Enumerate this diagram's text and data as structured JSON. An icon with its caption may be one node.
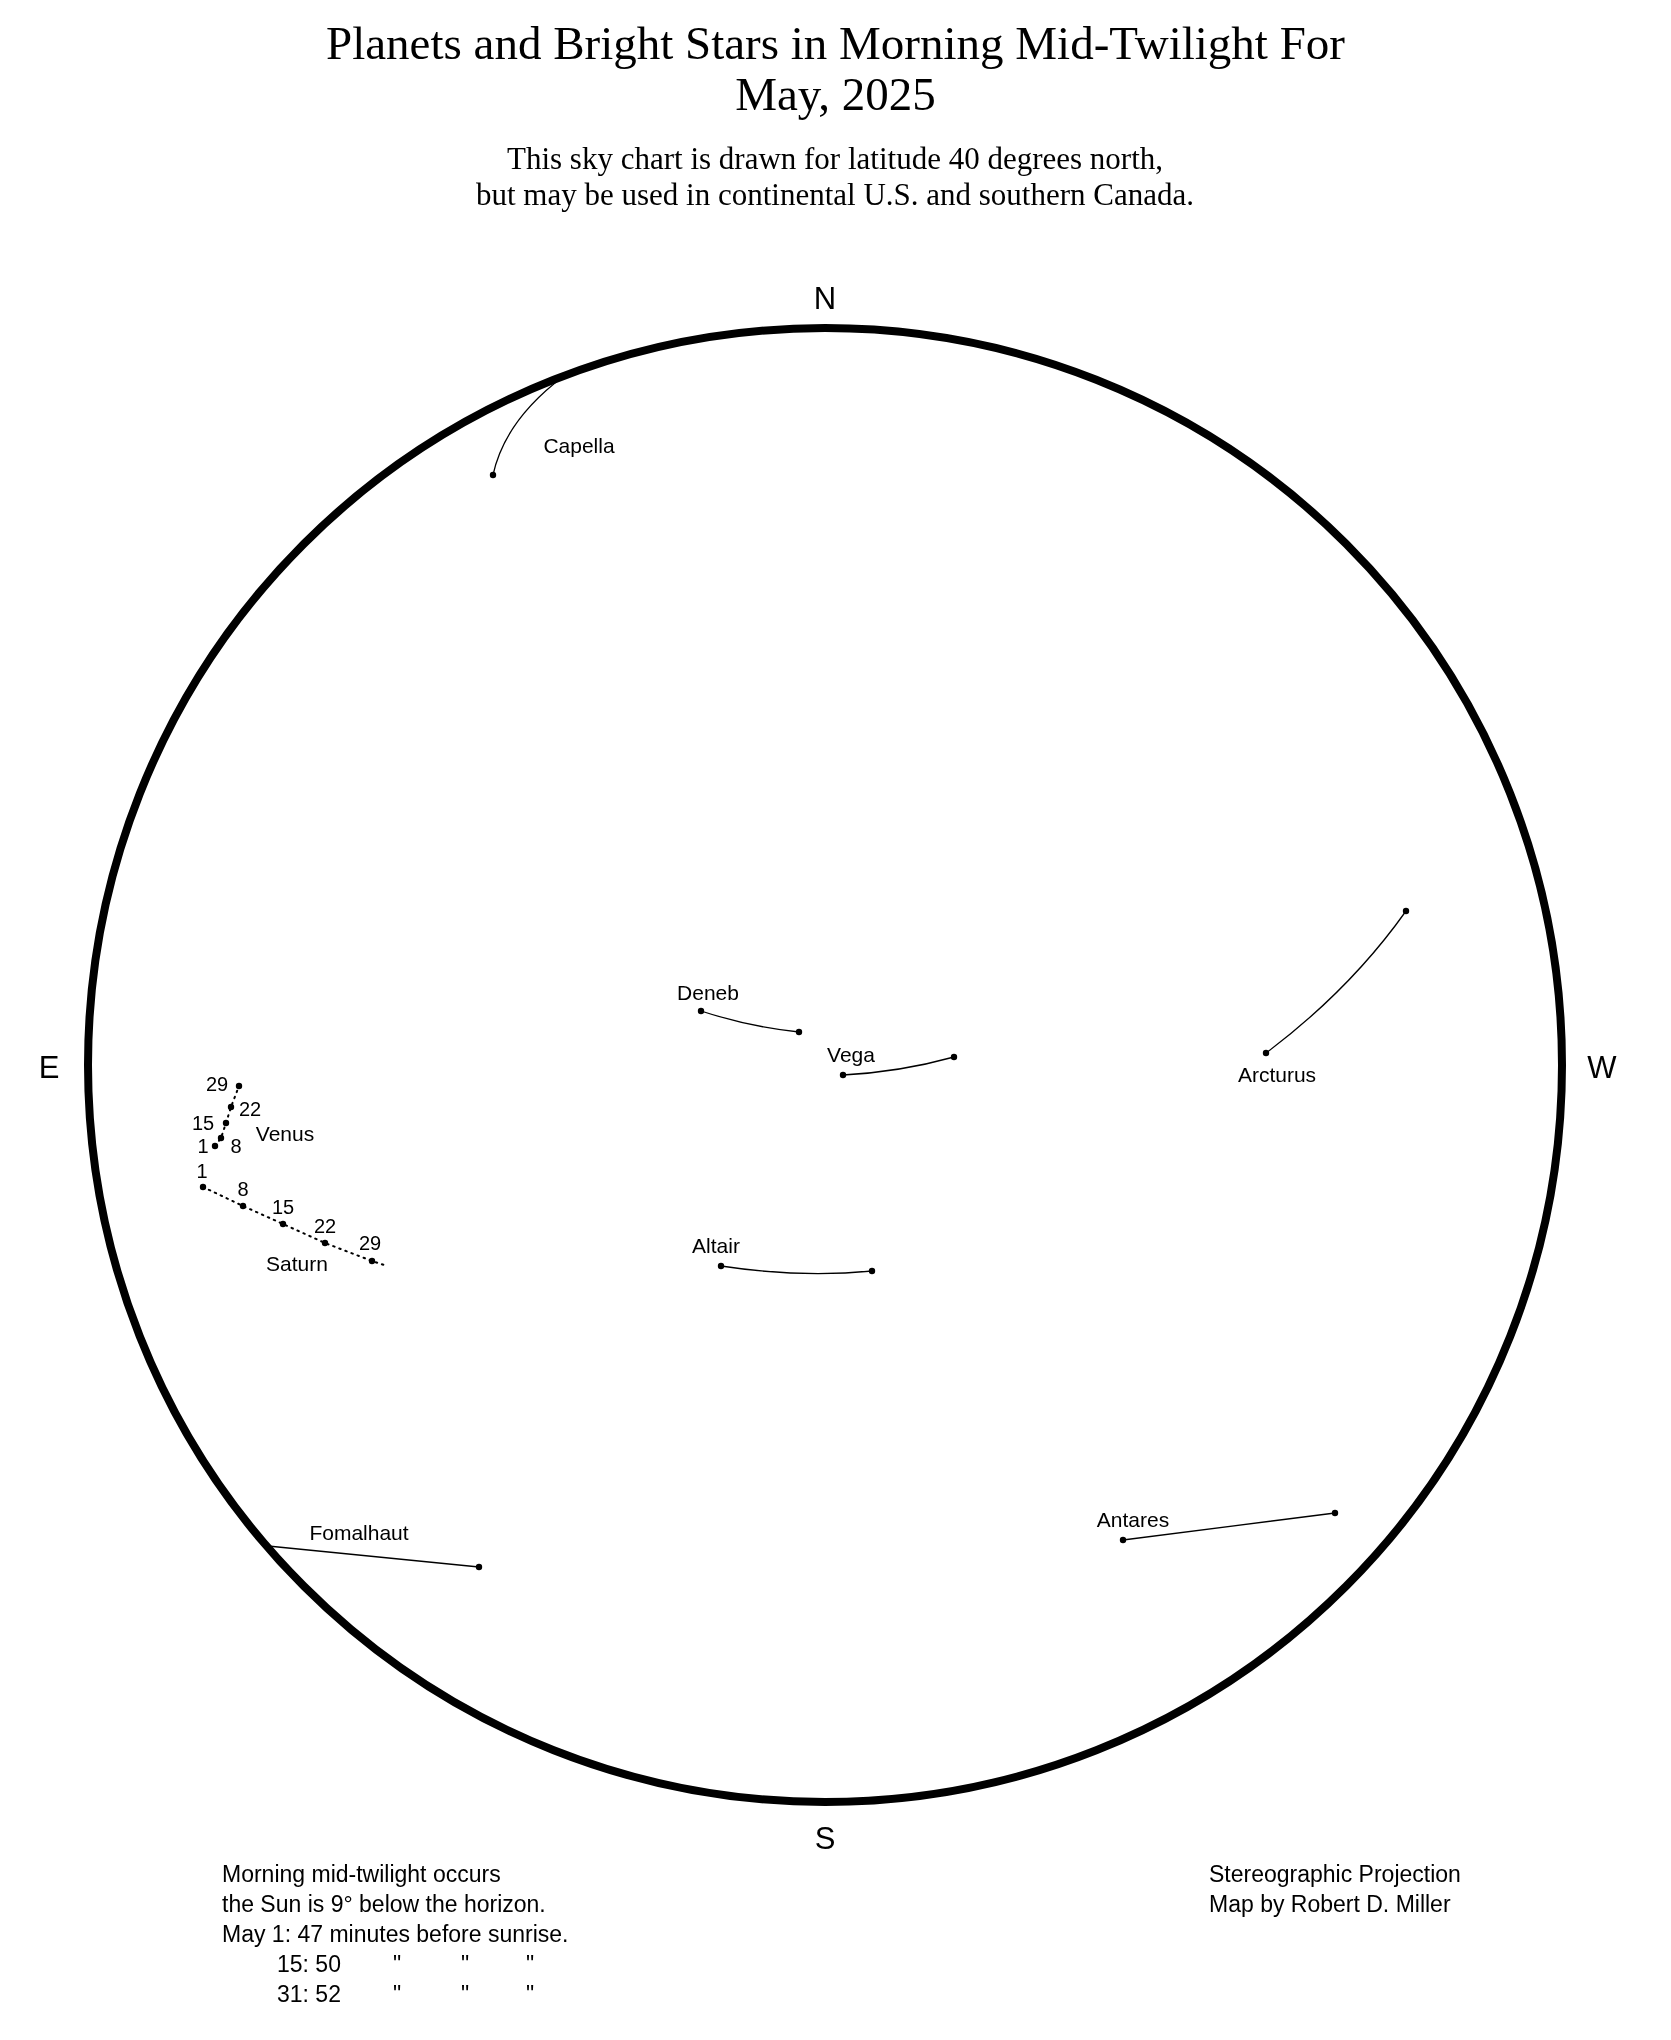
{
  "diagram": {
    "title": "Planets and Bright Stars in Morning Mid-Twilight For May, 2025",
    "labels": [
      "This sky chart is drawn for latitude 40 degrees north,",
      "but may be used in continental U.S. and southern Canada.",
      "N",
      "Capella",
      "Deneb",
      "Vega",
      "Arcturus",
      "E",
      "W",
      "29",
      "22",
      "15",
      "Venus",
      "1",
      "8",
      "1",
      "8",
      "15",
      "22",
      "29",
      "Saturn",
      "Altair",
      "Fomalhaut",
      "Antares",
      "S",
      "Morning mid-twilight occurs",
      "the Sun is 9° below the horizon.",
      "May 1: 47 minutes before sunrise.",
      "15: 50",
      "\"",
      "\"",
      "\"",
      "31: 52",
      "\"",
      "\"",
      "\"",
      "Stereographic Projection",
      "Map by Robert D. Miller"
    ]
  }
}
